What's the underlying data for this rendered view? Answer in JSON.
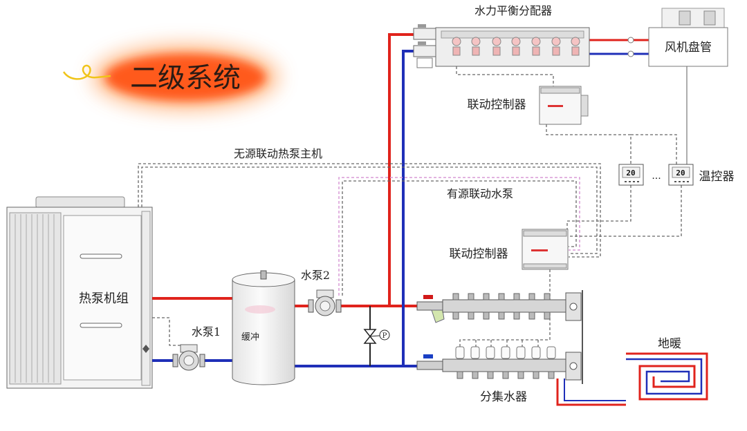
{
  "title": "二级系统",
  "labels": {
    "distributor": "水力平衡分配器",
    "fan_coil": "风机盘管",
    "controller_top": "联动控制器",
    "controller_bottom": "联动控制器",
    "passive_link": "无源联动热泵主机",
    "active_link": "有源联动水泵",
    "thermostat": "温控器",
    "heat_pump": "热泵机组",
    "pump1": "水泵1",
    "pump2": "水泵2",
    "buffer_tank": "缓冲",
    "floor_heating": "地暖",
    "manifold": "分集水器",
    "pressure_gauge": "P"
  },
  "thermostats": [
    {
      "display": "20"
    },
    {
      "display": "20"
    }
  ],
  "thermostat_separator": "...",
  "colors": {
    "supply": "#e0231c",
    "return": "#1f2fb8",
    "signal": "#666666",
    "signal_pink": "#d99ad6",
    "title_glow": "#ff5a1f"
  }
}
